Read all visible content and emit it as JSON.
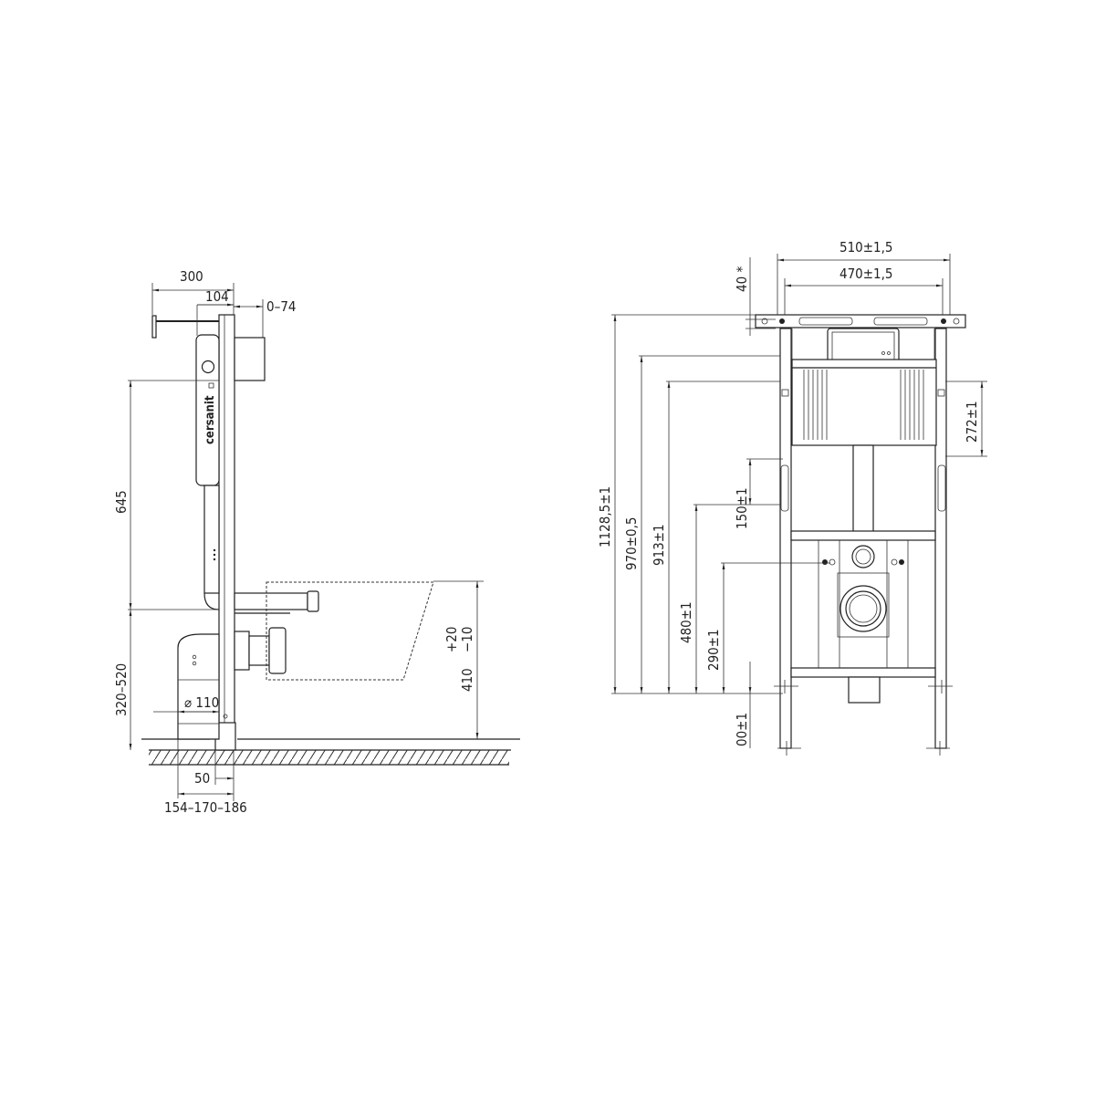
{
  "side_view": {
    "dim_total_depth": "300",
    "dim_frame_depth": "104",
    "dim_adjust": "0–74",
    "dim_height_645": "645",
    "dim_floor_range": "320–520",
    "dim_pipe_diameter": "⌀ 110",
    "dim_bowl_height": "410",
    "dim_bowl_tol_plus": "+20",
    "dim_bowl_tol_minus": "−10",
    "dim_foot": "50",
    "dim_wall_offset": "154–170–186",
    "brand_logo": "cersanit"
  },
  "front_view": {
    "dim_outer_width": "510±1,5",
    "dim_inner_width": "470±1,5",
    "dim_top": "40 *",
    "dim_total_height": "1128,5±1",
    "dim_970": "970±0,5",
    "dim_913": "913±1",
    "dim_480": "480±1",
    "dim_290": "290±1",
    "dim_150": "150±1",
    "dim_272": "272±1",
    "dim_00": "00±1"
  }
}
